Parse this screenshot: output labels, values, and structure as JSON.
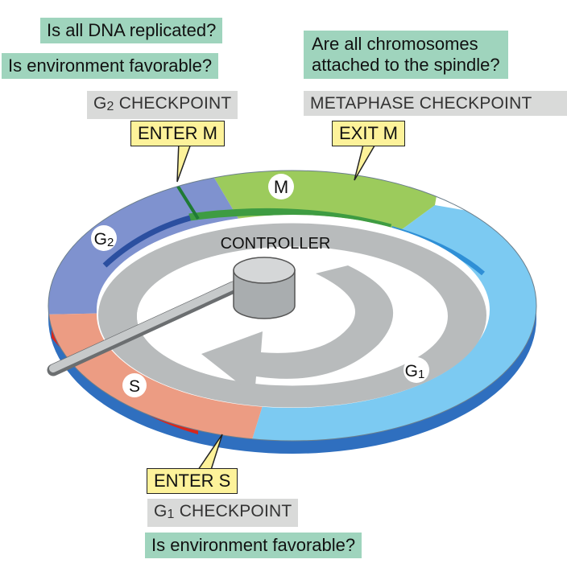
{
  "questions": {
    "dna_replicated": "Is all DNA replicated?",
    "environment_g2": "Is environment favorable?",
    "chromosomes_line1": "Are all chromosomes",
    "chromosomes_line2": "attached to the spindle?",
    "environment_g1": "Is environment favorable?"
  },
  "checkpoints": {
    "g2_prefix": "G",
    "g2_sub": "2",
    "g2_rest": " CHECKPOINT",
    "metaphase": "METAPHASE CHECKPOINT",
    "g1_prefix": "G",
    "g1_sub": "1",
    "g1_rest": " CHECKPOINT"
  },
  "transitions": {
    "enter_m": "ENTER M",
    "exit_m": "EXIT M",
    "enter_s": "ENTER S"
  },
  "phases": {
    "m": "M",
    "g2_letter": "G",
    "g2_number": "2",
    "s": "S",
    "g1_letter": "G",
    "g1_number": "1"
  },
  "controller_label": "CONTROLLER",
  "colors": {
    "m_phase": "#9ccb5c",
    "g1_phase": "#7ccaf2",
    "g2_phase": "#7f92cf",
    "s_phase": "#ec9c83",
    "question_bg": "#9fd4bd",
    "checkpoint_bg": "#d9dad9",
    "transition_bg": "#fdf29a",
    "dial": "#b8bbbc"
  }
}
